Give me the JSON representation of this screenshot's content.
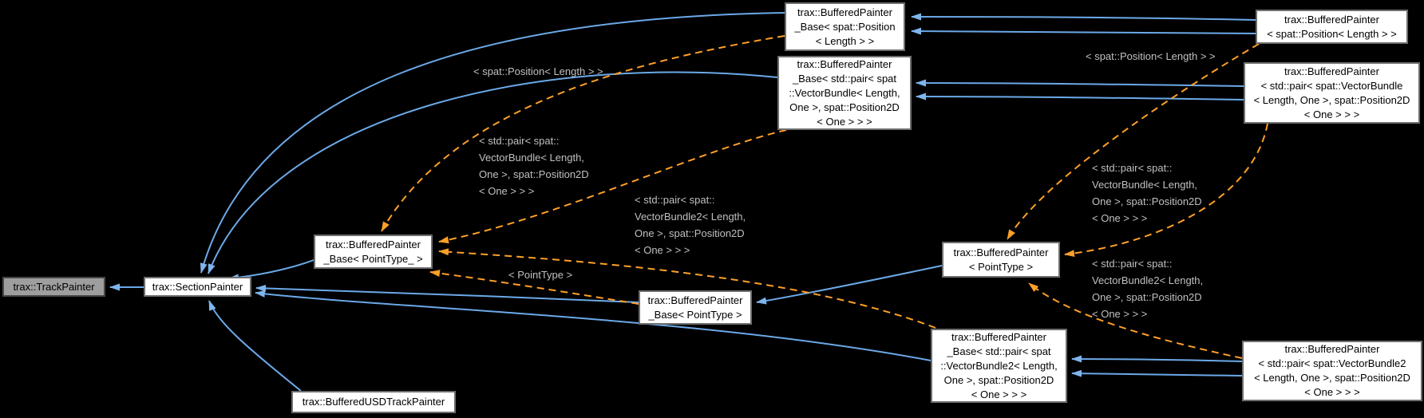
{
  "diagram": {
    "type": "doxygen-inheritance-graph",
    "colors": {
      "background": "#000000",
      "inherit_edge": "#6ba9e8",
      "template_edge": "#ffa028",
      "node_fill": "#ffffff",
      "node_border": "#6e6e6e",
      "current_node_fill": "#9e9e9e",
      "edge_label_text": "#c0c0c0"
    },
    "nodes": {
      "track_painter": {
        "label": "trax::TrackPainter"
      },
      "section_painter": {
        "label": "trax::SectionPainter"
      },
      "base_pointtype_": {
        "label": "trax::BufferedPainter\n_Base< PointType_ >"
      },
      "base_pointtype": {
        "label": "trax::BufferedPainter\n_Base< PointType >"
      },
      "base_position": {
        "label": "trax::BufferedPainter\n_Base< spat::Position\n< Length > >"
      },
      "base_vectorbundle": {
        "label": "trax::BufferedPainter\n_Base< std::pair< spat\n::VectorBundle< Length,\nOne >, spat::Position2D\n< One > > >"
      },
      "painter_pointtype": {
        "label": "trax::BufferedPainter\n< PointType >"
      },
      "base_vectorbundle2": {
        "label": "trax::BufferedPainter\n_Base< std::pair< spat\n::VectorBundle2< Length,\nOne >, spat::Position2D\n< One > > >"
      },
      "painter_position": {
        "label": "trax::BufferedPainter\n< spat::Position< Length > >"
      },
      "painter_vectorbundle": {
        "label": "trax::BufferedPainter\n< std::pair< spat::VectorBundle\n< Length, One >, spat::Position2D\n< One > > >"
      },
      "painter_vectorbundle2": {
        "label": "trax::BufferedPainter\n< std::pair< spat::VectorBundle2\n< Length, One >, spat::Position2D\n< One > > >"
      },
      "usd_track_painter": {
        "label": "trax::BufferedUSDTrackPainter"
      }
    },
    "edge_labels": {
      "position_left": {
        "label": "< spat::Position< Length > >"
      },
      "vectorbundle_left": {
        "label": "< std::pair< spat::\nVectorBundle< Length,\nOne >, spat::Position2D\n< One > > >"
      },
      "vectorbundle2_left": {
        "label": "< std::pair< spat::\nVectorBundle2< Length,\nOne >, spat::Position2D\n< One > > >"
      },
      "pointtype": {
        "label": "< PointType >"
      },
      "position_right": {
        "label": "< spat::Position< Length > >"
      },
      "vectorbundle_right": {
        "label": "< std::pair< spat::\nVectorBundle< Length,\nOne >, spat::Position2D\n< One > > >"
      },
      "vectorbundle2_right": {
        "label": "< std::pair< spat::\nVectorBundle2< Length,\nOne >, spat::Position2D\n< One > > >"
      }
    },
    "edges": [
      {
        "from": "section_painter",
        "to": "track_painter",
        "kind": "inherit"
      },
      {
        "from": "base_pointtype_",
        "to": "section_painter",
        "kind": "inherit"
      },
      {
        "from": "base_pointtype",
        "to": "section_painter",
        "kind": "inherit"
      },
      {
        "from": "base_position",
        "to": "section_painter",
        "kind": "inherit"
      },
      {
        "from": "base_vectorbundle",
        "to": "section_painter",
        "kind": "inherit"
      },
      {
        "from": "base_vectorbundle2",
        "to": "section_painter",
        "kind": "inherit"
      },
      {
        "from": "usd_track_painter",
        "to": "section_painter",
        "kind": "inherit"
      },
      {
        "from": "painter_pointtype",
        "to": "base_pointtype",
        "kind": "inherit"
      },
      {
        "from": "painter_position",
        "to": "base_position",
        "kind": "inherit",
        "count": 2
      },
      {
        "from": "painter_vectorbundle",
        "to": "base_vectorbundle",
        "kind": "inherit",
        "count": 2
      },
      {
        "from": "painter_vectorbundle2",
        "to": "base_vectorbundle2",
        "kind": "inherit",
        "count": 2
      },
      {
        "from": "base_position",
        "to": "base_pointtype_",
        "kind": "instantiate",
        "label": "position_left"
      },
      {
        "from": "base_vectorbundle",
        "to": "base_pointtype_",
        "kind": "instantiate",
        "label": "vectorbundle_left"
      },
      {
        "from": "base_vectorbundle2",
        "to": "base_pointtype_",
        "kind": "instantiate",
        "label": "vectorbundle2_left"
      },
      {
        "from": "base_pointtype",
        "to": "base_pointtype_",
        "kind": "instantiate",
        "label": "pointtype"
      },
      {
        "from": "painter_position",
        "to": "painter_pointtype",
        "kind": "instantiate",
        "label": "position_right"
      },
      {
        "from": "painter_vectorbundle",
        "to": "painter_pointtype",
        "kind": "instantiate",
        "label": "vectorbundle_right"
      },
      {
        "from": "painter_vectorbundle2",
        "to": "painter_pointtype",
        "kind": "instantiate",
        "label": "vectorbundle2_right"
      }
    ]
  }
}
